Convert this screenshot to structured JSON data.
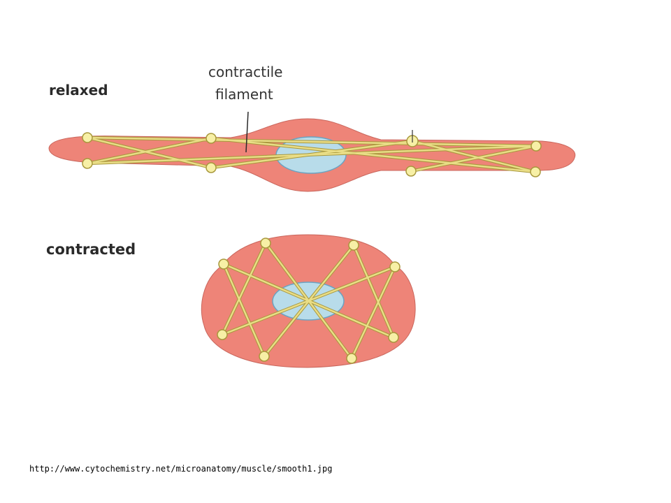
{
  "labels": {
    "relaxed": "relaxed",
    "contracted": "contracted",
    "filament_line1": "contractile",
    "filament_line2": "filament"
  },
  "source_url": "http://www.cytochemistry.net/microanatomy/muscle/smooth1.jpg",
  "colors": {
    "cell": "#ee8478",
    "cell_outline": "#c9665c",
    "nucleus": "#b8dcea",
    "nucleus_outline": "#6aa3c2",
    "filament": "#e9dd86",
    "filament_outline": "#a8983c",
    "node": "#f7f0a6"
  }
}
